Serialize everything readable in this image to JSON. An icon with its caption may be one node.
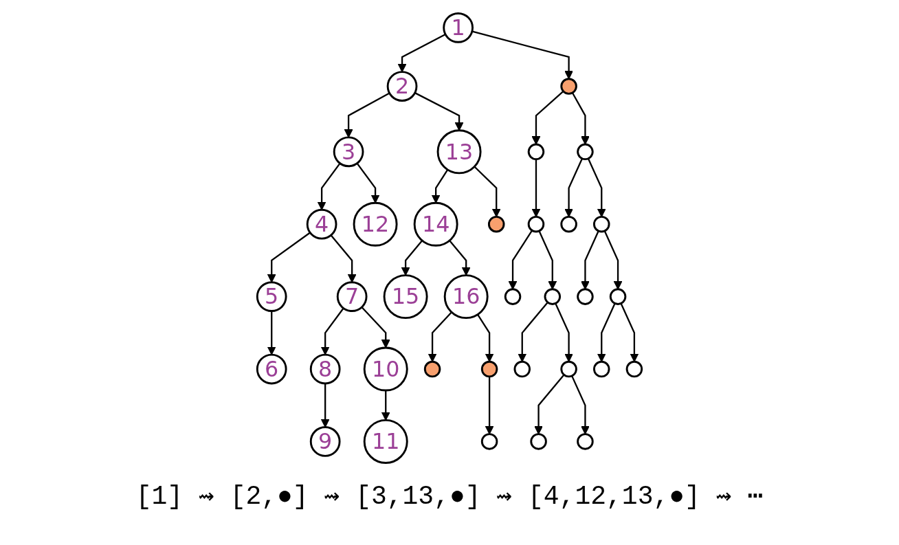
{
  "diagram": {
    "nodes": [
      {
        "text": [
          "1"
        ]
      },
      {
        "text": [
          "2"
        ]
      },
      {
        "text": [],
        "shape": "circle"
      },
      {
        "text": [
          "3"
        ]
      },
      {
        "text": [
          "13"
        ]
      },
      {
        "text": [],
        "shape": "circle"
      },
      {
        "text": [],
        "shape": "circle"
      },
      {
        "text": [
          "4"
        ]
      },
      {
        "text": [
          "12"
        ]
      },
      {
        "text": [
          "14"
        ]
      },
      {
        "text": [],
        "shape": "circle"
      },
      {
        "text": [],
        "shape": "circle"
      },
      {
        "text": [],
        "shape": "circle"
      },
      {
        "text": [],
        "shape": "circle"
      },
      {
        "text": [
          "5"
        ]
      },
      {
        "text": [
          "7"
        ]
      },
      {
        "text": [
          "15"
        ]
      },
      {
        "text": [
          "16"
        ]
      },
      {
        "text": [],
        "shape": "circle"
      },
      {
        "text": [],
        "shape": "circle"
      },
      {
        "text": [],
        "shape": "circle"
      },
      {
        "text": [],
        "shape": "circle"
      },
      {
        "text": [
          "6"
        ]
      },
      {
        "text": [
          "8"
        ]
      },
      {
        "text": [
          "10"
        ]
      },
      {
        "text": [],
        "shape": "circle"
      },
      {
        "text": [],
        "shape": "circle"
      },
      {
        "text": [],
        "shape": "circle"
      },
      {
        "text": [],
        "shape": "circle"
      },
      {
        "text": [],
        "shape": "circle"
      },
      {
        "text": [],
        "shape": "circle"
      },
      {
        "text": [
          "9"
        ]
      },
      {
        "text": [
          "11"
        ]
      },
      {
        "text": [],
        "shape": "circle"
      },
      {
        "text": [],
        "shape": "circle"
      },
      {
        "text": [],
        "shape": "circle"
      }
    ],
    "edges": [
      {
        "from": 0,
        "to": 1,
        "arrow": "to"
      },
      {
        "from": 0,
        "to": 2,
        "arrow": "to"
      },
      {
        "from": 1,
        "to": 3,
        "arrow": "to"
      },
      {
        "from": 1,
        "to": 4,
        "arrow": "to"
      },
      {
        "from": 2,
        "to": 5,
        "arrow": "to"
      },
      {
        "from": 2,
        "to": 6,
        "arrow": "to"
      },
      {
        "from": 3,
        "to": 7,
        "arrow": "to"
      },
      {
        "from": 3,
        "to": 8,
        "arrow": "to"
      },
      {
        "from": 4,
        "to": 9,
        "arrow": "to"
      },
      {
        "from": 4,
        "to": 10,
        "arrow": "to"
      },
      {
        "from": 5,
        "to": 11,
        "arrow": "to"
      },
      {
        "from": 6,
        "to": 12,
        "arrow": "to"
      },
      {
        "from": 6,
        "to": 13,
        "arrow": "to"
      },
      {
        "from": 7,
        "to": 14,
        "arrow": "to"
      },
      {
        "from": 7,
        "to": 15,
        "arrow": "to"
      },
      {
        "from": 9,
        "to": 16,
        "arrow": "to"
      },
      {
        "from": 9,
        "to": 17,
        "arrow": "to"
      },
      {
        "from": 11,
        "to": 18,
        "arrow": "to"
      },
      {
        "from": 11,
        "to": 19,
        "arrow": "to"
      },
      {
        "from": 13,
        "to": 20,
        "arrow": "to"
      },
      {
        "from": 13,
        "to": 21,
        "arrow": "to"
      },
      {
        "from": 14,
        "to": 22,
        "arrow": "to"
      },
      {
        "from": 15,
        "to": 23,
        "arrow": "to"
      },
      {
        "from": 15,
        "to": 24,
        "arrow": "to"
      },
      {
        "from": 17,
        "to": 25,
        "arrow": "to"
      },
      {
        "from": 17,
        "to": 26,
        "arrow": "to"
      },
      {
        "from": 19,
        "to": 27,
        "arrow": "to"
      },
      {
        "from": 19,
        "to": 28,
        "arrow": "to"
      },
      {
        "from": 21,
        "to": 29,
        "arrow": "to"
      },
      {
        "from": 21,
        "to": 30,
        "arrow": "to"
      },
      {
        "from": 23,
        "to": 31,
        "arrow": "to"
      },
      {
        "from": 24,
        "to": 32,
        "arrow": "to"
      },
      {
        "from": 26,
        "to": 33,
        "arrow": "to"
      },
      {
        "from": 28,
        "to": 34,
        "arrow": "to"
      },
      {
        "from": 28,
        "to": 35,
        "arrow": "to"
      }
    ],
    "labels": [
      "[1] ⇝ [2,●] ⇝ [3,13,●] ⇝ [4,12,13,●] ⇝ ⋯"
    ]
  }
}
